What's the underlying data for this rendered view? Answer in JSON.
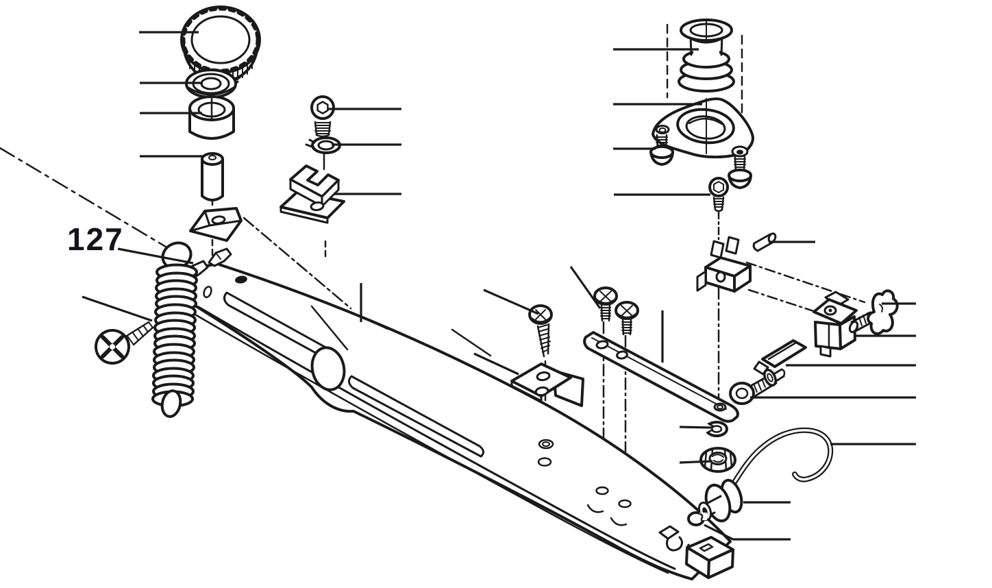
{
  "figure": {
    "number": "127"
  },
  "colors": {
    "line": "#1a1a1a",
    "background": "#ffffff",
    "label_text": "#14141e"
  },
  "diagram": {
    "type": "exploded-parts-diagram",
    "parts": [
      "knurled-knob",
      "flat-washer",
      "bushing",
      "cylinder-pin",
      "wedge-block",
      "socket-head-screw",
      "lock-washer",
      "cable-clamp",
      "phillips-screw",
      "extension-spring",
      "lever-arm",
      "wood-screw",
      "angle-bracket",
      "pan-head-screw-front",
      "pan-head-screw-rear",
      "slide-bar",
      "bellows-grommet",
      "flange-plate",
      "flange-screw-left",
      "flange-screw-right",
      "set-screw",
      "pivot-bracket",
      "hinge-pin",
      "clamp-block",
      "wing-screw",
      "flat-lever",
      "shoulder-screw-with-washer",
      "c-ring",
      "hex-nut",
      "bail-wire",
      "roller-spool",
      "c-clip",
      "arm-end-block"
    ]
  }
}
